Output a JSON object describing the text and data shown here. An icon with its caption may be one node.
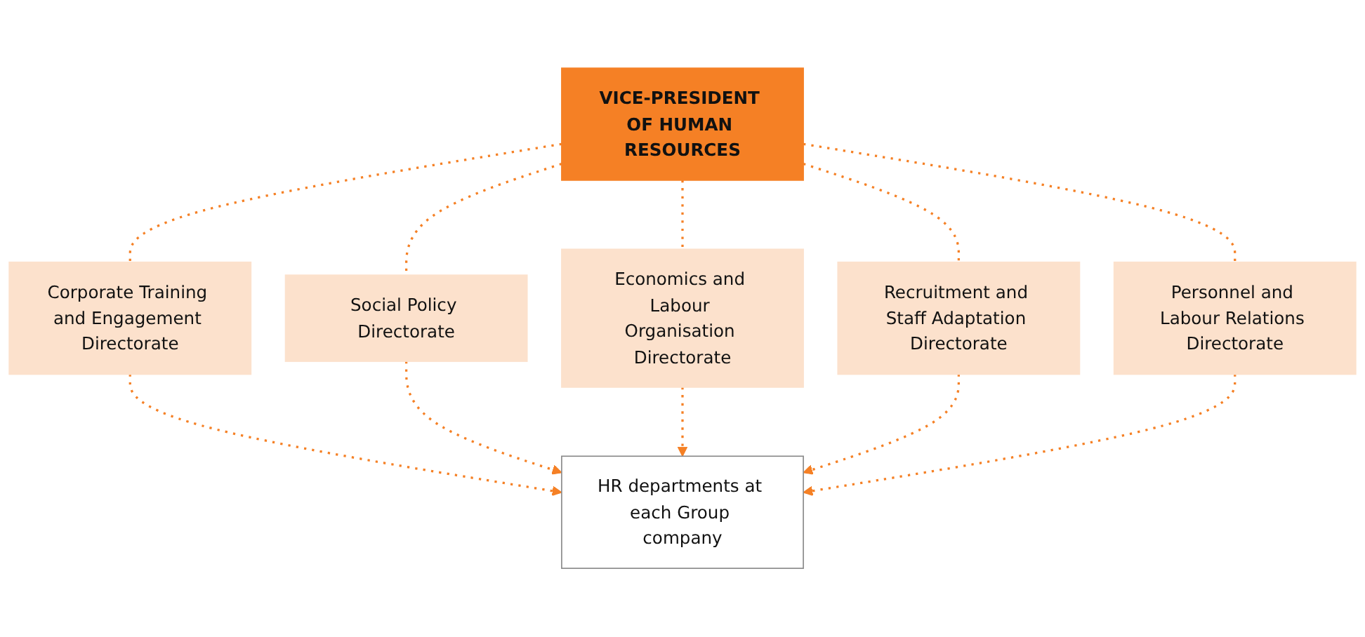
{
  "diagram": {
    "nodes": [
      {
        "text": [
          "VICE-PRESIDENT OF HUMAN RESOURCES"
        ]
      },
      {
        "text": [
          "Corporate Training and Engagement Directorate"
        ]
      },
      {
        "text": [
          "Social Policy Directorate"
        ]
      },
      {
        "text": [
          "Economics and Labour Organisation Directorate"
        ]
      },
      {
        "text": [
          "Recruitment and Staff Adaptation Directorate"
        ]
      },
      {
        "text": [
          "Personnel and Labour Relations Directorate"
        ]
      },
      {
        "text": [
          "HR departments at each Group company"
        ]
      }
    ],
    "edges": [
      {
        "from": 0,
        "to": 1,
        "arrow": "none",
        "style": "dashed"
      },
      {
        "from": 0,
        "to": 2,
        "arrow": "none",
        "style": "dashed"
      },
      {
        "from": 0,
        "to": 3,
        "arrow": "none",
        "style": "dashed"
      },
      {
        "from": 0,
        "to": 4,
        "arrow": "none",
        "style": "dashed"
      },
      {
        "from": 0,
        "to": 5,
        "arrow": "none",
        "style": "dashed"
      },
      {
        "from": 1,
        "to": 6,
        "arrow": "to",
        "style": "dashed"
      },
      {
        "from": 2,
        "to": 6,
        "arrow": "to",
        "style": "dashed"
      },
      {
        "from": 3,
        "to": 6,
        "arrow": "to",
        "style": "dashed"
      },
      {
        "from": 4,
        "to": 6,
        "arrow": "to",
        "style": "dashed"
      },
      {
        "from": 5,
        "to": 6,
        "arrow": "to",
        "style": "dashed"
      }
    ]
  }
}
